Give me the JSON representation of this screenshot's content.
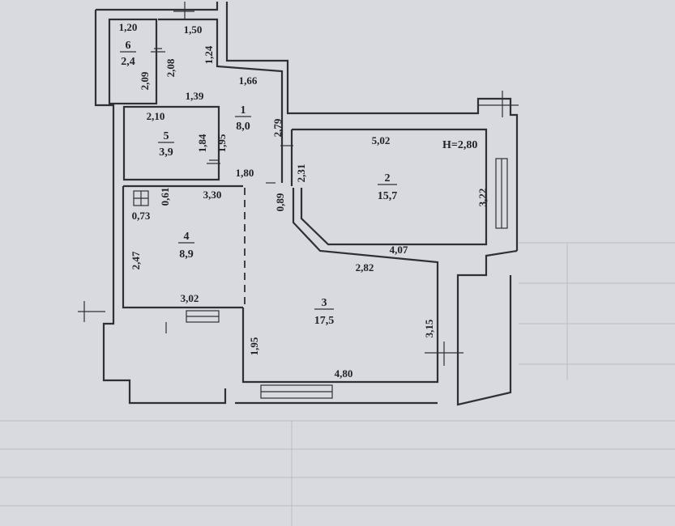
{
  "plan": {
    "height_label": "H=2,80",
    "rooms": [
      {
        "id": "1",
        "number": "1",
        "area": "8,0"
      },
      {
        "id": "2",
        "number": "2",
        "area": "15,7"
      },
      {
        "id": "3",
        "number": "3",
        "area": "17,5"
      },
      {
        "id": "4",
        "number": "4",
        "area": "8,9"
      },
      {
        "id": "5",
        "number": "5",
        "area": "3,9"
      },
      {
        "id": "6",
        "number": "6",
        "area": "2,4"
      }
    ],
    "dimensions": {
      "d120": "1,20",
      "d150": "1,50",
      "d209": "2,09",
      "d208": "2,08",
      "d124": "1,24",
      "d166": "1,66",
      "d139": "1,39",
      "d210": "2,10",
      "d184": "1,84",
      "d195a": "1,95",
      "d279": "2,79",
      "d502": "5,02",
      "d180": "1,80",
      "d231": "2,31",
      "d330": "3,30",
      "d061": "0,61",
      "d089": "0,89",
      "d073": "0,73",
      "d322": "3,22",
      "d407": "4,07",
      "d282": "2,82",
      "d247": "2,47",
      "d302": "3,02",
      "d315": "3,15",
      "d195b": "1,95",
      "d480": "4,80"
    }
  },
  "colors": {
    "paper": "#d9dadf",
    "ink": "#2d3038"
  }
}
